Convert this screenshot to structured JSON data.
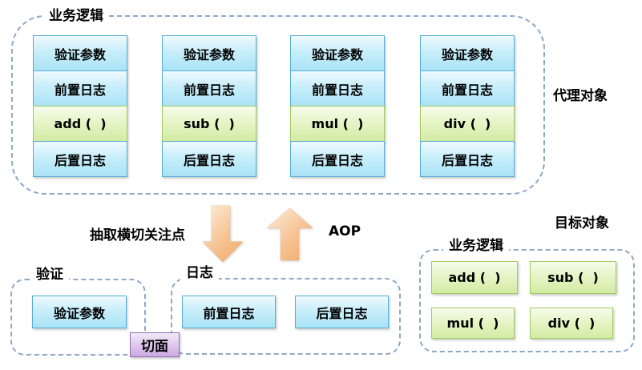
{
  "colors": {
    "dashed_border": "#8fa8c8",
    "blue_box_border": "#54aed9",
    "blue_box_fill_top": "#f0fafe",
    "blue_box_fill_bottom": "#a9e3f5",
    "green_box_border": "#a2cb5e",
    "green_box_fill_top": "#f6fcec",
    "green_box_fill_bottom": "#d3eba3",
    "purple_box_border": "#8e6fae",
    "purple_box_fill_bottom": "#cda9e4",
    "arrow_fill_light": "#fdeedd",
    "arrow_fill_dark": "#f0a868",
    "text": "#000000"
  },
  "proxy": {
    "label": "业务逻辑",
    "side_label": "代理对象",
    "columns": [
      [
        "验证参数",
        "前置日志",
        "add (  )",
        "后置日志"
      ],
      [
        "验证参数",
        "前置日志",
        "sub (  )",
        "后置日志"
      ],
      [
        "验证参数",
        "前置日志",
        "mul (  )",
        "后置日志"
      ],
      [
        "验证参数",
        "前置日志",
        "div (  )",
        "后置日志"
      ]
    ]
  },
  "flow": {
    "extract_label": "抽取横切关注点",
    "aop_label": "AOP"
  },
  "aspect": {
    "label": "切面"
  },
  "validation": {
    "label": "验证",
    "items": [
      "验证参数"
    ]
  },
  "logging": {
    "label": "日志",
    "items": [
      "前置日志",
      "后置日志"
    ]
  },
  "target": {
    "side_label": "目标对象",
    "label": "业务逻辑",
    "methods": [
      "add (  )",
      "sub (  )",
      "mul (  )",
      "div (  )"
    ]
  }
}
